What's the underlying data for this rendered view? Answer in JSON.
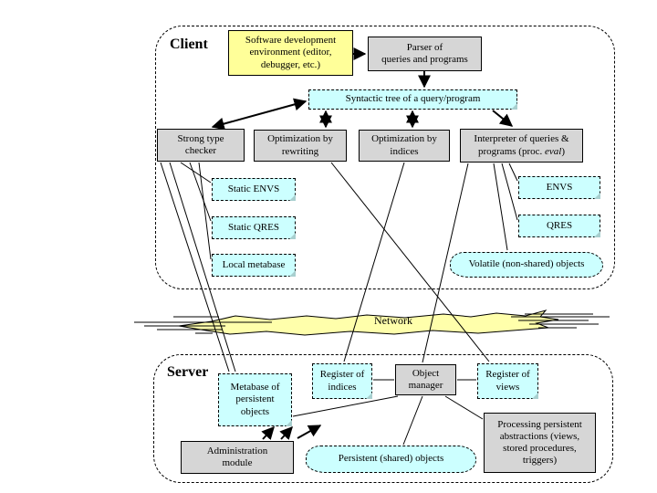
{
  "colors": {
    "box_yellow": "#ffff99",
    "box_gray": "#d6d6d6",
    "box_cyan": "#ccffff",
    "network_yellow": "#ffffab",
    "line_black": "#000000"
  },
  "client": {
    "label": "Client",
    "sde": "Software development\nenvironment (editor,\ndebugger, etc.)",
    "parser": "Parser of\nqueries and programs",
    "syntactic_tree": "Syntactic tree of a query/program",
    "strong_type_checker": "Strong type\nchecker",
    "opt_rewriting": "Optimization by\nrewriting",
    "opt_indices": "Optimization by\nindices",
    "interpreter_line1": "Interpreter of queries &",
    "interpreter_line2_pre": "programs (proc. ",
    "interpreter_line2_italic": "eval",
    "interpreter_line2_post": ")",
    "static_envs": "Static ENVS",
    "static_qres": "Static QRES",
    "local_metabase": "Local metabase",
    "envs": "ENVS",
    "qres": "QRES",
    "volatile_objects": "Volatile (non-shared) objects"
  },
  "network": {
    "label": "Network"
  },
  "server": {
    "label": "Server",
    "metabase": "Metabase of\npersistent\nobjects",
    "register_indices": "Register of\nindices",
    "object_manager": "Object\nmanager",
    "register_views": "Register of\nviews",
    "processing": "Processing persistent\nabstractions (views,\nstored procedures,\ntriggers)",
    "admin": "Administration\nmodule",
    "persistent_objects": "Persistent (shared) objects"
  }
}
